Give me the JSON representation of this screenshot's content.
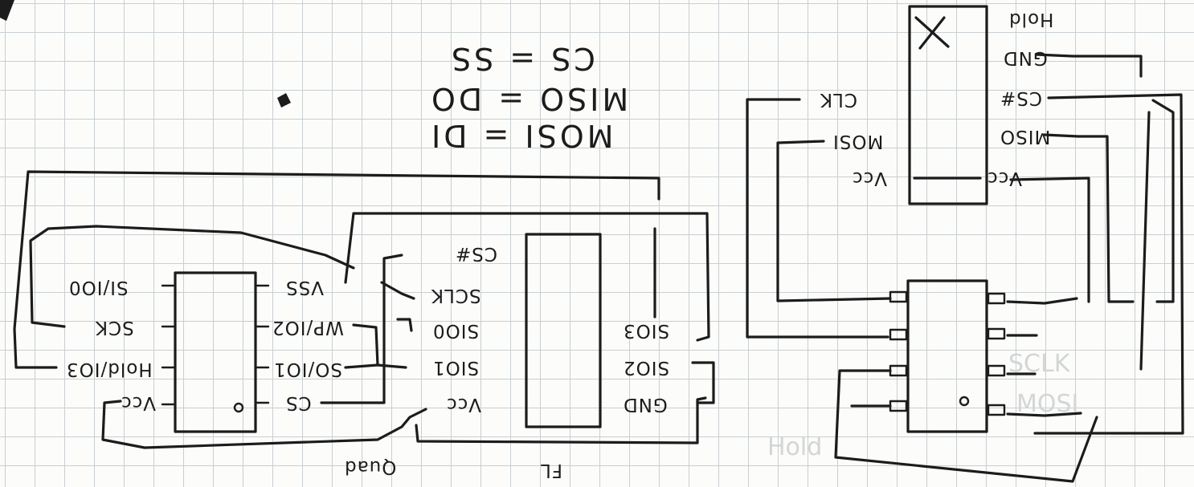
{
  "notes": {
    "line1": "CS = SS",
    "line2": "MISO = DO",
    "line3": "MOSI = DI",
    "bottom_left": "Quad",
    "bottom_mid": "FL"
  },
  "left_chip": {
    "pins_left": [
      "SI/IO0",
      "SCK",
      "Hold/IO3",
      "Vcc"
    ],
    "pins_right": [
      "VSS",
      "WP/IO2",
      "SO/IO1",
      "CS"
    ]
  },
  "mid_chip": {
    "pins_left": [
      "CS#",
      "SCLK",
      "SIO0",
      "SIO1",
      "Vcc"
    ],
    "pins_right": [
      "SIO3",
      "SIO2",
      "GND"
    ]
  },
  "right_chip": {
    "top_mark": "X",
    "pins_left": [
      "CLK",
      "MOSI",
      "Vcc"
    ],
    "pins_right": [
      "Hold",
      "GND",
      "CS#",
      "MISO",
      "Vcc"
    ]
  },
  "ghost_text": [
    "SCLK",
    "MOSI",
    "Hold"
  ]
}
